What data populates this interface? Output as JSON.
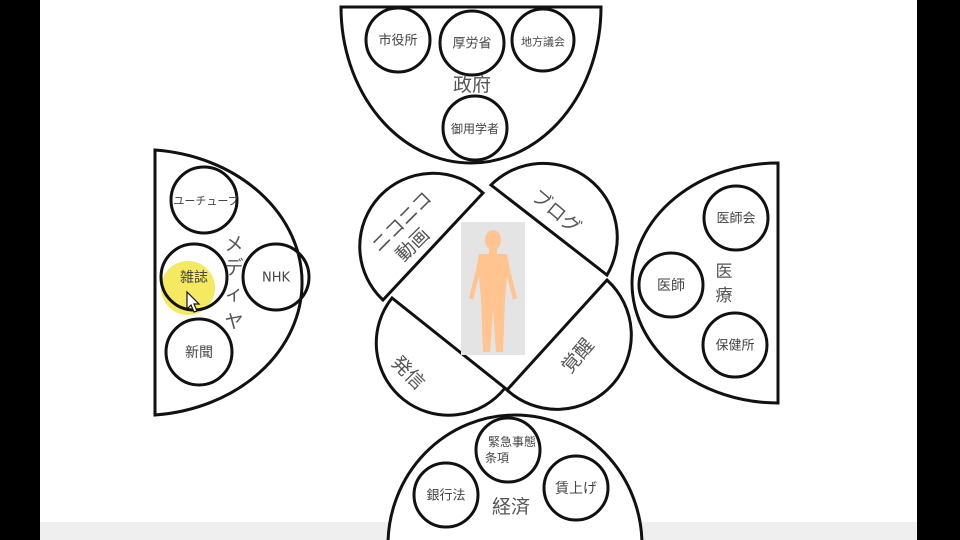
{
  "government": {
    "label": "政府",
    "items": [
      "市役所",
      "厚労省",
      "地方議会",
      "御用学者"
    ]
  },
  "media": {
    "label_chars": [
      "メ",
      "デ",
      "ィ",
      "ヤ"
    ],
    "items": [
      "ユーチューブ",
      "雑誌",
      "NHK",
      "新聞"
    ]
  },
  "medical": {
    "label_chars": [
      "医",
      "療"
    ],
    "items": [
      "医師会",
      "医師",
      "保健所"
    ]
  },
  "economy": {
    "label": "経済",
    "items": [
      "緊急事態",
      "条項",
      "銀行法",
      "賃上げ"
    ]
  },
  "center": {
    "petals": [
      "ニコニコ",
      "動画",
      "ブログ",
      "発信",
      "覚醒"
    ]
  },
  "colors": {
    "figure": "#ffc48f",
    "figure_bg": "#e4e4e4",
    "highlight": "#f3e33a"
  }
}
